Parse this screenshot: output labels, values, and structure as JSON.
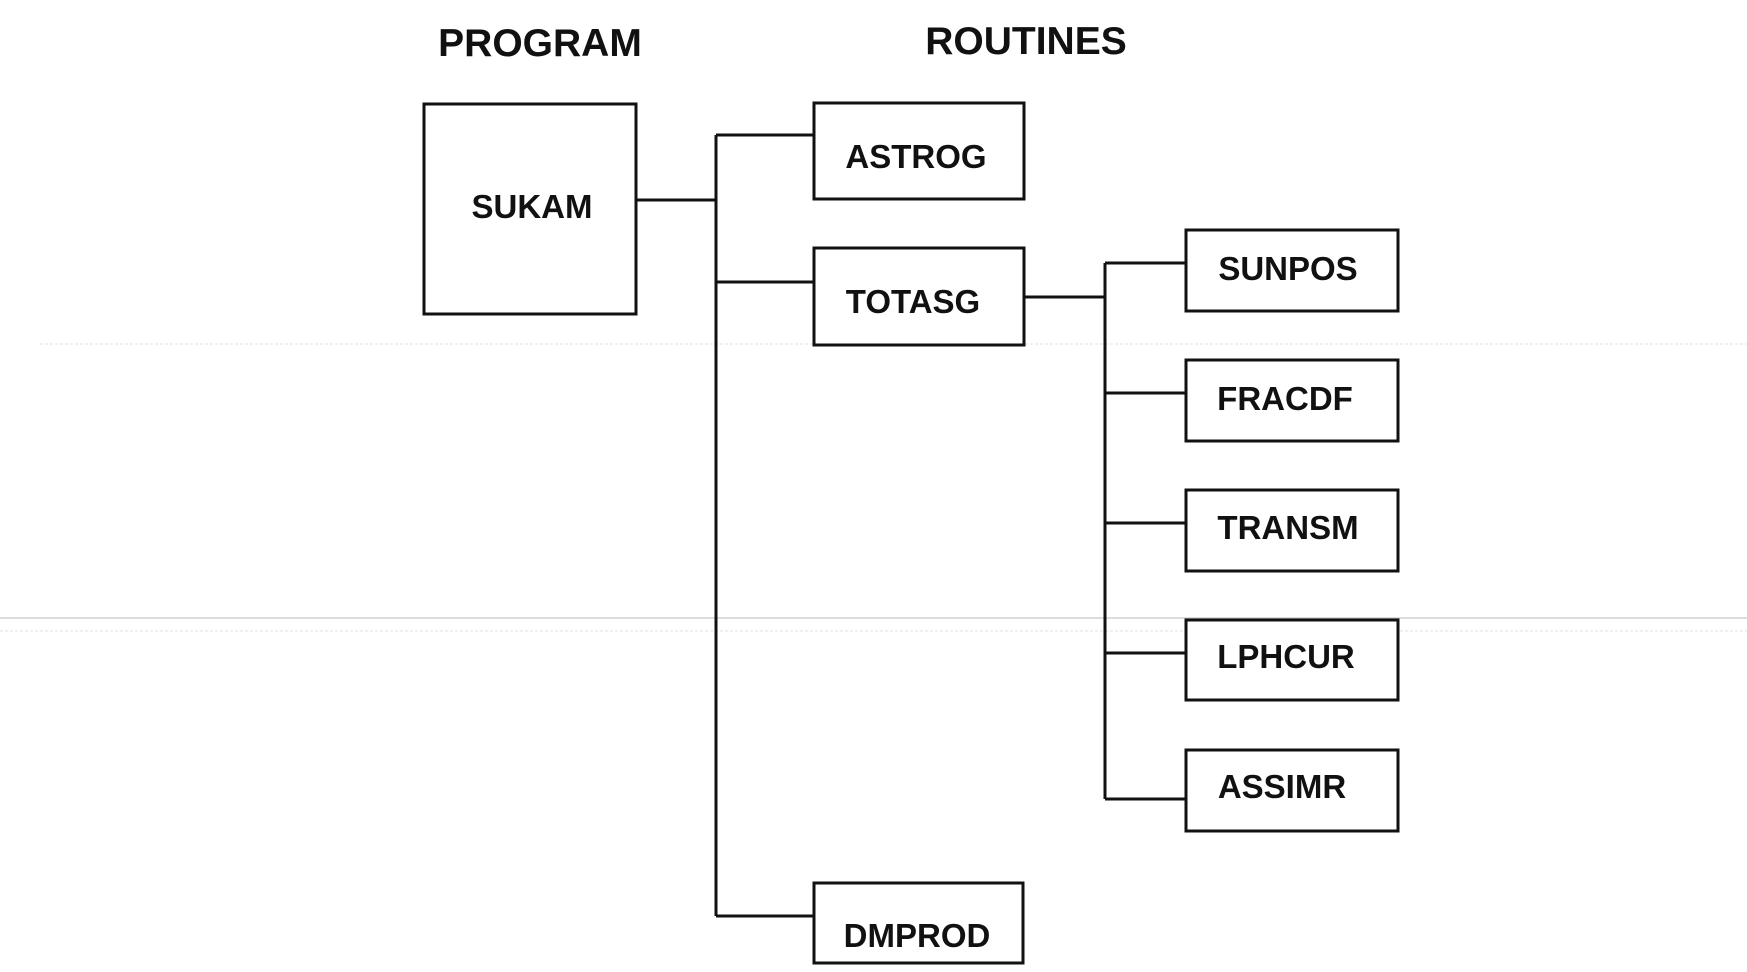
{
  "headers": {
    "program": "PROGRAM",
    "routines": "ROUTINES"
  },
  "nodes": {
    "sukam": "SUKAM",
    "astrog": "ASTROG",
    "totasg": "TOTASG",
    "dmprod": "DMPROD",
    "sunpos": "SUNPOS",
    "fracdf": "FRACDF",
    "transm": "TRANSM",
    "lphcur": "LPHCUR",
    "assimr": "ASSIMR"
  },
  "edges": [
    [
      "sukam",
      "astrog"
    ],
    [
      "sukam",
      "totasg"
    ],
    [
      "sukam",
      "dmprod"
    ],
    [
      "totasg",
      "sunpos"
    ],
    [
      "totasg",
      "fracdf"
    ],
    [
      "totasg",
      "transm"
    ],
    [
      "totasg",
      "lphcur"
    ],
    [
      "totasg",
      "assimr"
    ]
  ],
  "colors": {
    "ink": "#111111",
    "background": "#ffffff"
  }
}
